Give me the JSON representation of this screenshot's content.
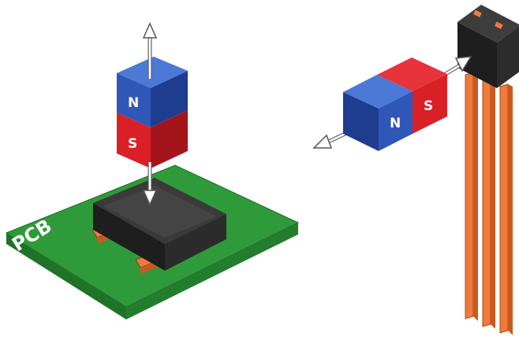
{
  "pcb": {
    "label": "PCB"
  },
  "left_magnet": {
    "north_label": "N",
    "south_label": "S"
  },
  "right_magnet": {
    "north_label": "N",
    "south_label": "S"
  },
  "colors": {
    "pcb_green": "#2f9a3a",
    "north_blue": "#2f57b8",
    "south_red": "#d92026",
    "package_black": "#2a2a2a",
    "copper": "#f07a3c",
    "arrow_gray": "#8a8a8a"
  }
}
